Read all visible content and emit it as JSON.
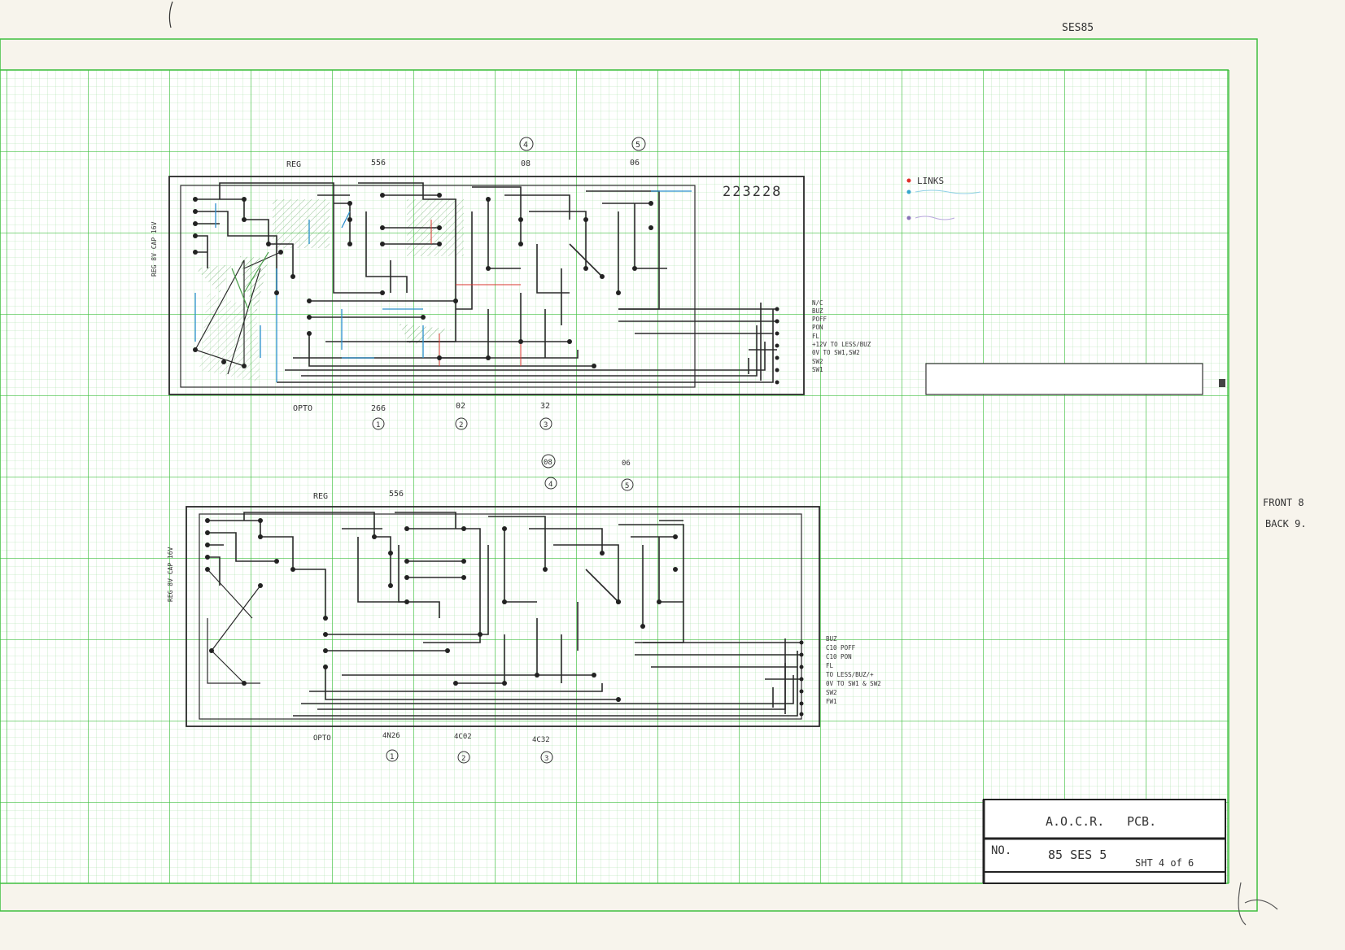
{
  "sheet": {
    "corner_ref": "SES85",
    "right_notes": [
      "FRONT 8",
      "BACK 9."
    ]
  },
  "legend": {
    "items": [
      {
        "text": "LINKS",
        "color": "#e0302a"
      },
      {
        "text": "",
        "color": "#35a6cc"
      },
      {
        "text": "",
        "color": "#8a74b8"
      }
    ]
  },
  "colors": {
    "grid_minor": "#9fdd9f",
    "grid_major": "#3fbf3f",
    "link_red": "#d8342c",
    "link_blue": "#2a8fcc",
    "link_green": "#4aa04a",
    "title_red": "#e0302a"
  },
  "board_top": {
    "id_text": "223228",
    "top_labels": [
      "REG",
      "556",
      "08",
      "06"
    ],
    "top_circled": [
      "4",
      "5"
    ],
    "bottom_labels": [
      "OPTO",
      "266",
      "02",
      "32"
    ],
    "bottom_circled": [
      "1",
      "2",
      "3"
    ],
    "side_label": "REG 8V CAP 16V",
    "connector_labels": [
      "N/C",
      "BUZ",
      "POFF",
      "PON",
      "FL",
      "+12V TO LESS/BUZ",
      "0V TO SW1,SW2",
      "SW2",
      "SW1"
    ]
  },
  "board_bottom": {
    "top_labels": [
      "REG",
      "556",
      "08",
      "06"
    ],
    "top_circled": [
      "4",
      "5"
    ],
    "bottom_labels": [
      "OPTO",
      "4N26",
      "4C02",
      "4C32"
    ],
    "bottom_circled": [
      "1",
      "2",
      "3"
    ],
    "side_label": "REG 8V CAP 16V",
    "connector_labels": [
      "BUZ",
      "C10 POFF",
      "C10 PON",
      "FL",
      "TO LESS/BUZ/+",
      "0V TO SW1 & SW2",
      "SW2",
      "FW1"
    ]
  },
  "title_block": {
    "title_a": "A.O.C.R.",
    "title_b": "PCB.",
    "no_label": "NO.",
    "number": "85 SES 5",
    "sheet": "SHT 4 of 6"
  }
}
